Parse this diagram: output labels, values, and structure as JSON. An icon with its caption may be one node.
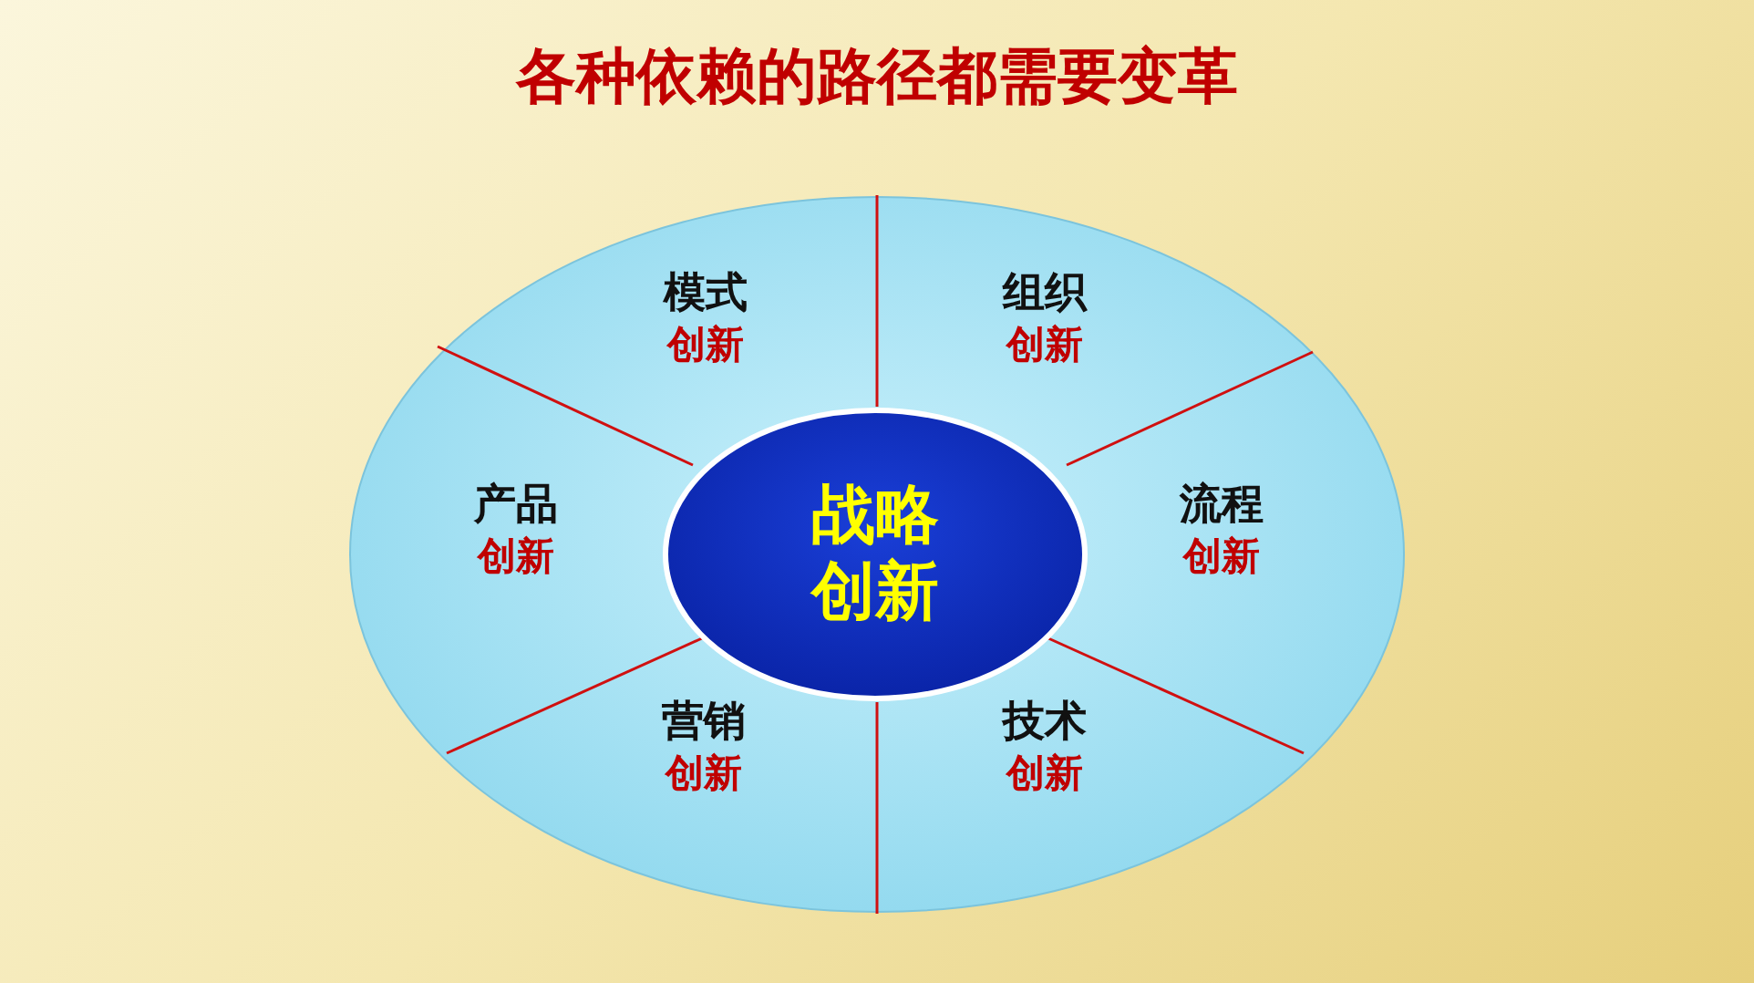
{
  "diagram": {
    "title": "各种依赖的路径都需要变革",
    "nodes": [
      {
        "text": [],
        "shape": "ellipse"
      },
      {
        "text": [
          "模式",
          "创新"
        ],
        "in": 0
      },
      {
        "text": [
          "组织",
          "创新"
        ],
        "in": 0
      },
      {
        "text": [
          "产品",
          "创新"
        ],
        "in": 0
      },
      {
        "text": [
          "流程",
          "创新"
        ],
        "in": 0
      },
      {
        "text": [
          "营销",
          "创新"
        ],
        "in": 0
      },
      {
        "text": [
          "技术",
          "创新"
        ],
        "in": 0
      },
      {
        "text": [
          "战略创新"
        ],
        "in": 0
      }
    ],
    "edges": []
  }
}
